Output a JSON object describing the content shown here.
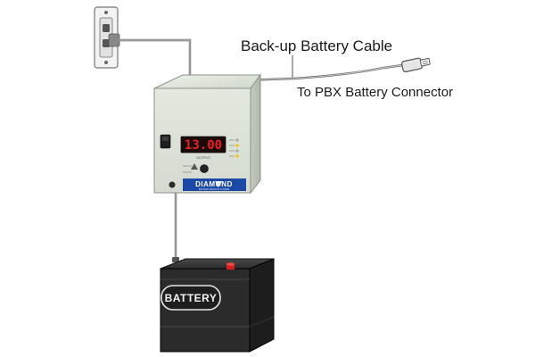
{
  "labels": {
    "cable": "Back-up Battery Cable",
    "connector": "To PBX Battery Connector"
  },
  "device": {
    "display": "13.00",
    "brand": "DIAMOND",
    "display_caption": "OUTPUT",
    "brand_caption": "BATTERY BACKUP SYSTEM"
  },
  "battery": {
    "label": "BATTERY"
  },
  "colors": {
    "led_display": "#e8221c",
    "brand_panel": "#1d49a6",
    "battery_body": "#2b2b2b",
    "battery_terminal": "#d32020",
    "device_body": "#dfe5dc"
  }
}
